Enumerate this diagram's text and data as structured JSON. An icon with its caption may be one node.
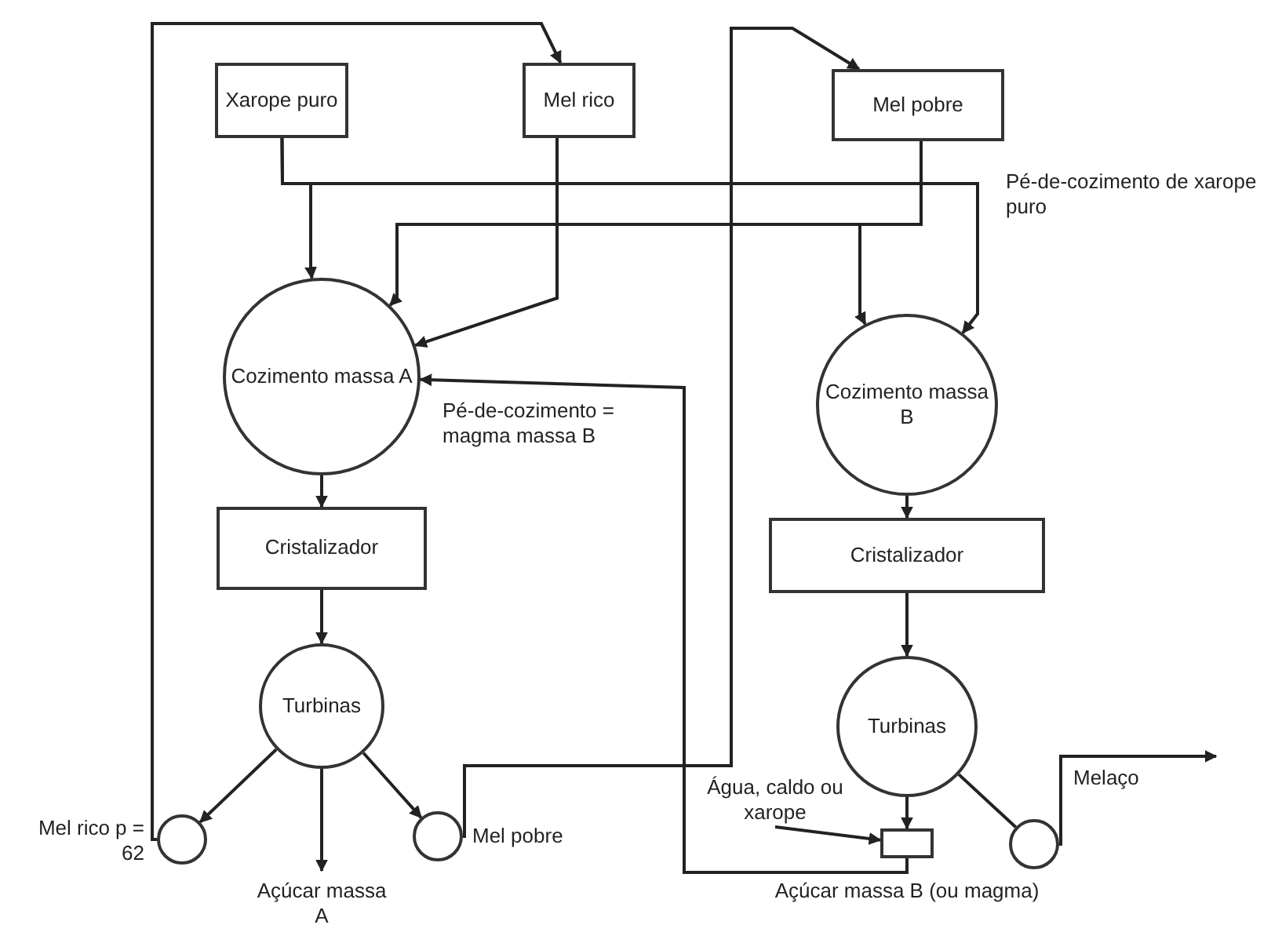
{
  "diagram": {
    "nodes": [
      {
        "text": [
          "Xarope puro"
        ]
      },
      {
        "text": [
          "Mel rico"
        ]
      },
      {
        "text": [
          "Mel pobre"
        ]
      },
      {
        "text": [
          "Cozimento massa A"
        ]
      },
      {
        "text": [
          "Cozimento massa B"
        ]
      },
      {
        "text": [
          "Cristalizador"
        ]
      },
      {
        "text": [
          "Cristalizador"
        ]
      },
      {
        "text": [
          "Turbinas"
        ]
      },
      {
        "text": [
          "Turbinas"
        ]
      },
      {
        "text": [],
        "shape": "circle",
        "beside": [
          "Mel rico p = 62"
        ]
      },
      {
        "text": [],
        "shape": "circle",
        "beside": [
          "Mel pobre"
        ]
      },
      {
        "text": [
          "Açúcar massa A"
        ]
      },
      {
        "text": [],
        "shape": "circle",
        "beside": [
          "Melaço"
        ]
      },
      {
        "text": [],
        "shape": "box",
        "beside": [
          "Açúcar massa B (ou magma)"
        ]
      },
      {
        "text": [
          "Água, caldo ou xarope"
        ]
      }
    ],
    "edges": [
      {
        "from": 0,
        "to": 3,
        "arrow": "to"
      },
      {
        "from": 0,
        "to": 4,
        "arrow": "to"
      },
      {
        "from": 1,
        "to": 3,
        "arrow": "to"
      },
      {
        "from": 2,
        "to": 3,
        "arrow": "to"
      },
      {
        "from": 2,
        "to": 4,
        "arrow": "to"
      },
      {
        "from": 3,
        "to": 5,
        "arrow": "to"
      },
      {
        "from": 5,
        "to": 7,
        "arrow": "to"
      },
      {
        "from": 7,
        "to": 9,
        "arrow": "to"
      },
      {
        "from": 7,
        "to": 11,
        "arrow": "to"
      },
      {
        "from": 7,
        "to": 10,
        "arrow": "to"
      },
      {
        "from": 9,
        "to": 1,
        "arrow": "to"
      },
      {
        "from": 10,
        "to": 2,
        "arrow": "to"
      },
      {
        "from": 4,
        "to": 6,
        "arrow": "to"
      },
      {
        "from": 6,
        "to": 8,
        "arrow": "to"
      },
      {
        "from": 8,
        "to": 13,
        "arrow": "to"
      },
      {
        "from": 8,
        "to": 12,
        "arrow": "none"
      },
      {
        "from": 12,
        "to": null,
        "arrow": "to"
      },
      {
        "from": 14,
        "to": 13,
        "arrow": "to"
      },
      {
        "from": 13,
        "to": 3,
        "arrow": "to",
        "label": "Pé-de-cozimento = magma massa B"
      }
    ],
    "labels": [
      "Pé-de-cozimento de xarope puro"
    ]
  }
}
